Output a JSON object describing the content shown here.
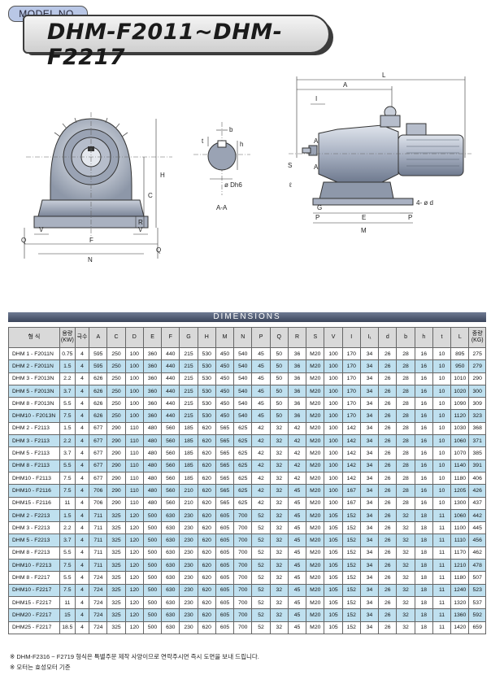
{
  "header": {
    "model_tag": "MODEL NO.",
    "title": "DHM-F2011~DHM-F2217"
  },
  "drawings": {
    "front_labels": [
      "H",
      "C",
      "R",
      "Q",
      "V",
      "F",
      "V",
      "Q",
      "N"
    ],
    "section": {
      "b": "b",
      "t": "t",
      "h": "h",
      "d": "ø Dh6",
      "caption": "A-A"
    },
    "side_labels": {
      "L": "L",
      "A": "A",
      "I": "I",
      "A1": "A",
      "A2": "A",
      "S": "S",
      "li": "ℓ",
      "G": "G",
      "E": "E",
      "P1": "P",
      "P2": "P",
      "M": "M",
      "hole": "4- ø d"
    }
  },
  "table": {
    "caption": "DIMENSIONS",
    "headers": [
      "형 식",
      "용량\n(KW)",
      "극수",
      "A",
      "C",
      "D",
      "E",
      "F",
      "G",
      "H",
      "M",
      "N",
      "P",
      "Q",
      "R",
      "S",
      "V",
      "I",
      "I₁",
      "d",
      "b",
      "h",
      "t",
      "L",
      "중량\n(KG)"
    ],
    "rows": [
      {
        "c": [
          "DHM  1 - F2011N",
          "0.75",
          "4",
          "595",
          "250",
          "100",
          "360",
          "440",
          "215",
          "530",
          "450",
          "540",
          "45",
          "50",
          "36",
          "M20",
          "100",
          "170",
          "34",
          "26",
          "28",
          "16",
          "10",
          "895",
          "275"
        ],
        "blue": false
      },
      {
        "c": [
          "DHM  2 - F2011N",
          "1.5",
          "4",
          "595",
          "250",
          "100",
          "360",
          "440",
          "215",
          "530",
          "450",
          "540",
          "45",
          "50",
          "36",
          "M20",
          "100",
          "170",
          "34",
          "26",
          "28",
          "16",
          "10",
          "950",
          "279"
        ],
        "blue": true
      },
      {
        "c": [
          "DHM  3 - F2013N",
          "2.2",
          "4",
          "626",
          "250",
          "100",
          "360",
          "440",
          "215",
          "530",
          "450",
          "540",
          "45",
          "50",
          "36",
          "M20",
          "100",
          "170",
          "34",
          "26",
          "28",
          "16",
          "10",
          "1010",
          "290"
        ],
        "blue": false
      },
      {
        "c": [
          "DHM  5 - F2013N",
          "3.7",
          "4",
          "626",
          "250",
          "100",
          "360",
          "440",
          "215",
          "530",
          "450",
          "540",
          "45",
          "50",
          "36",
          "M20",
          "100",
          "170",
          "34",
          "26",
          "28",
          "16",
          "10",
          "1020",
          "300"
        ],
        "blue": true
      },
      {
        "c": [
          "DHM  8 - F2013N",
          "5.5",
          "4",
          "626",
          "250",
          "100",
          "360",
          "440",
          "215",
          "530",
          "450",
          "540",
          "45",
          "50",
          "36",
          "M20",
          "100",
          "170",
          "34",
          "26",
          "28",
          "16",
          "10",
          "1090",
          "309"
        ],
        "blue": false
      },
      {
        "c": [
          "DHM10 - F2013N",
          "7.5",
          "4",
          "626",
          "250",
          "100",
          "360",
          "440",
          "215",
          "530",
          "450",
          "540",
          "45",
          "50",
          "36",
          "M20",
          "100",
          "170",
          "34",
          "26",
          "28",
          "16",
          "10",
          "1120",
          "323"
        ],
        "blue": true
      },
      {
        "c": [
          "DHM  2 - F2113",
          "1.5",
          "4",
          "677",
          "290",
          "110",
          "480",
          "560",
          "185",
          "620",
          "565",
          "625",
          "42",
          "32",
          "42",
          "M20",
          "100",
          "142",
          "34",
          "26",
          "28",
          "16",
          "10",
          "1030",
          "368"
        ],
        "blue": false
      },
      {
        "c": [
          "DHM  3 - F2113",
          "2.2",
          "4",
          "677",
          "290",
          "110",
          "480",
          "560",
          "185",
          "620",
          "565",
          "625",
          "42",
          "32",
          "42",
          "M20",
          "100",
          "142",
          "34",
          "26",
          "28",
          "16",
          "10",
          "1060",
          "371"
        ],
        "blue": true
      },
      {
        "c": [
          "DHM  5 - F2113",
          "3.7",
          "4",
          "677",
          "290",
          "110",
          "480",
          "560",
          "185",
          "620",
          "565",
          "625",
          "42",
          "32",
          "42",
          "M20",
          "100",
          "142",
          "34",
          "26",
          "28",
          "16",
          "10",
          "1070",
          "385"
        ],
        "blue": false
      },
      {
        "c": [
          "DHM  8 - F2113",
          "5.5",
          "4",
          "677",
          "290",
          "110",
          "480",
          "560",
          "185",
          "620",
          "565",
          "625",
          "42",
          "32",
          "42",
          "M20",
          "100",
          "142",
          "34",
          "26",
          "28",
          "16",
          "10",
          "1140",
          "391"
        ],
        "blue": true
      },
      {
        "c": [
          "DHM10 - F2113",
          "7.5",
          "4",
          "677",
          "290",
          "110",
          "480",
          "560",
          "185",
          "620",
          "565",
          "625",
          "42",
          "32",
          "42",
          "M20",
          "100",
          "142",
          "34",
          "26",
          "28",
          "16",
          "10",
          "1180",
          "406"
        ],
        "blue": false
      },
      {
        "c": [
          "DHM10 - F2116",
          "7.5",
          "4",
          "706",
          "290",
          "110",
          "480",
          "560",
          "210",
          "620",
          "565",
          "625",
          "42",
          "32",
          "45",
          "M20",
          "100",
          "167",
          "34",
          "26",
          "28",
          "16",
          "10",
          "1205",
          "426"
        ],
        "blue": true
      },
      {
        "c": [
          "DHM15 - F2116",
          "11",
          "4",
          "706",
          "290",
          "110",
          "480",
          "560",
          "210",
          "620",
          "565",
          "625",
          "42",
          "32",
          "45",
          "M20",
          "100",
          "167",
          "34",
          "26",
          "28",
          "16",
          "10",
          "1300",
          "437"
        ],
        "blue": false
      },
      {
        "c": [
          "DHM  2 - F2213",
          "1.5",
          "4",
          "711",
          "325",
          "120",
          "500",
          "630",
          "230",
          "620",
          "605",
          "700",
          "52",
          "32",
          "45",
          "M20",
          "105",
          "152",
          "34",
          "26",
          "32",
          "18",
          "11",
          "1060",
          "442"
        ],
        "blue": true
      },
      {
        "c": [
          "DHM  3 - F2213",
          "2.2",
          "4",
          "711",
          "325",
          "120",
          "500",
          "630",
          "230",
          "620",
          "605",
          "700",
          "52",
          "32",
          "45",
          "M20",
          "105",
          "152",
          "34",
          "26",
          "32",
          "18",
          "11",
          "1100",
          "445"
        ],
        "blue": false
      },
      {
        "c": [
          "DHM  5 - F2213",
          "3.7",
          "4",
          "711",
          "325",
          "120",
          "500",
          "630",
          "230",
          "620",
          "605",
          "700",
          "52",
          "32",
          "45",
          "M20",
          "105",
          "152",
          "34",
          "26",
          "32",
          "18",
          "11",
          "1110",
          "456"
        ],
        "blue": true
      },
      {
        "c": [
          "DHM  8 - F2213",
          "5.5",
          "4",
          "711",
          "325",
          "120",
          "500",
          "630",
          "230",
          "620",
          "605",
          "700",
          "52",
          "32",
          "45",
          "M20",
          "105",
          "152",
          "34",
          "26",
          "32",
          "18",
          "11",
          "1170",
          "462"
        ],
        "blue": false
      },
      {
        "c": [
          "DHM10 - F2213",
          "7.5",
          "4",
          "711",
          "325",
          "120",
          "500",
          "630",
          "230",
          "620",
          "605",
          "700",
          "52",
          "32",
          "45",
          "M20",
          "105",
          "152",
          "34",
          "26",
          "32",
          "18",
          "11",
          "1210",
          "478"
        ],
        "blue": true
      },
      {
        "c": [
          "DHM  8 - F2217",
          "5.5",
          "4",
          "724",
          "325",
          "120",
          "500",
          "630",
          "230",
          "620",
          "605",
          "700",
          "52",
          "32",
          "45",
          "M20",
          "105",
          "152",
          "34",
          "26",
          "32",
          "18",
          "11",
          "1180",
          "507"
        ],
        "blue": false
      },
      {
        "c": [
          "DHM10 - F2217",
          "7.5",
          "4",
          "724",
          "325",
          "120",
          "500",
          "630",
          "230",
          "620",
          "605",
          "700",
          "52",
          "32",
          "45",
          "M20",
          "105",
          "152",
          "34",
          "26",
          "32",
          "18",
          "11",
          "1240",
          "523"
        ],
        "blue": true
      },
      {
        "c": [
          "DHM15 - F2217",
          "11",
          "4",
          "724",
          "325",
          "120",
          "500",
          "630",
          "230",
          "620",
          "605",
          "700",
          "52",
          "32",
          "45",
          "M20",
          "105",
          "152",
          "34",
          "26",
          "32",
          "18",
          "11",
          "1320",
          "537"
        ],
        "blue": false
      },
      {
        "c": [
          "DHM20 - F2217",
          "15",
          "4",
          "724",
          "325",
          "120",
          "500",
          "630",
          "230",
          "620",
          "605",
          "700",
          "52",
          "32",
          "45",
          "M20",
          "105",
          "152",
          "34",
          "26",
          "32",
          "18",
          "11",
          "1360",
          "592"
        ],
        "blue": true
      },
      {
        "c": [
          "DHM25 - F2217",
          "18.5",
          "4",
          "724",
          "325",
          "120",
          "500",
          "630",
          "230",
          "620",
          "605",
          "700",
          "52",
          "32",
          "45",
          "M20",
          "105",
          "152",
          "34",
          "26",
          "32",
          "18",
          "11",
          "1420",
          "659"
        ],
        "blue": false
      }
    ]
  },
  "footnotes": {
    "note1": "※ DHM-F2316 ~ F2719 형식은 특별주문 제작 사양이므로 연락주시면 즉시 도면을 보내 드립니다.",
    "note2": "※ 모터는 효성모터 기준"
  },
  "colors": {
    "header_blue": "#b9c7e6",
    "row_blue": "#bfe0ef",
    "table_header_bg": "#d9d9d9",
    "dim_bar": "#3b455b"
  }
}
